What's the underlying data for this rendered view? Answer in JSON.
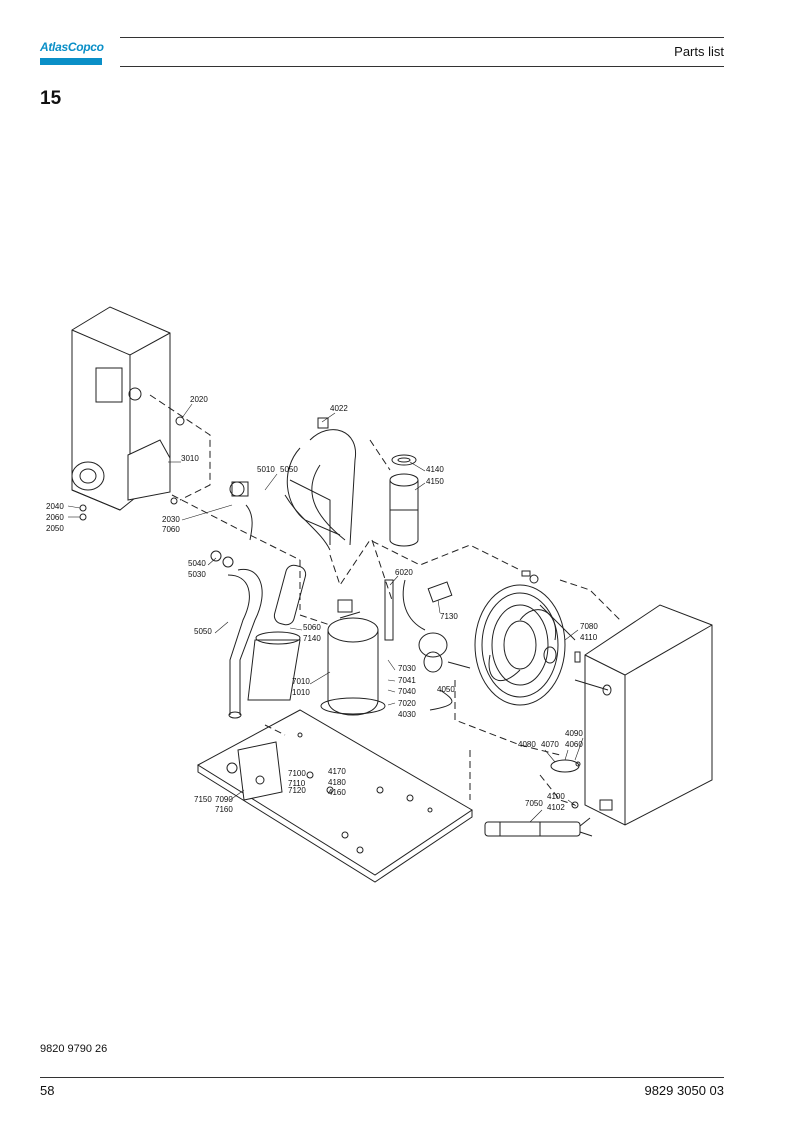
{
  "header": {
    "brand": "AtlasCopco",
    "title": "Parts list"
  },
  "section": {
    "number": "15"
  },
  "callouts": [
    {
      "id": "c2020",
      "text": "2020"
    },
    {
      "id": "c3010",
      "text": "3010"
    },
    {
      "id": "c2040",
      "text": "2040"
    },
    {
      "id": "c2060",
      "text": "2060"
    },
    {
      "id": "c2050",
      "text": "2050"
    },
    {
      "id": "c2030",
      "text": "2030"
    },
    {
      "id": "c7060",
      "text": "7060"
    },
    {
      "id": "c4022",
      "text": "4022"
    },
    {
      "id": "c5010",
      "text": "5010"
    },
    {
      "id": "c5050a",
      "text": "5050"
    },
    {
      "id": "c4140",
      "text": "4140"
    },
    {
      "id": "c4150",
      "text": "4150"
    },
    {
      "id": "c5040",
      "text": "5040"
    },
    {
      "id": "c5030",
      "text": "5030"
    },
    {
      "id": "c6020",
      "text": "6020"
    },
    {
      "id": "c7130",
      "text": "7130"
    },
    {
      "id": "c5050b",
      "text": "5050"
    },
    {
      "id": "c5060",
      "text": "5060"
    },
    {
      "id": "c7140",
      "text": "7140"
    },
    {
      "id": "c7080",
      "text": "7080"
    },
    {
      "id": "c4110",
      "text": "4110"
    },
    {
      "id": "c7030",
      "text": "7030"
    },
    {
      "id": "c7041",
      "text": "7041"
    },
    {
      "id": "c7040",
      "text": "7040"
    },
    {
      "id": "c7020",
      "text": "7020"
    },
    {
      "id": "c4030",
      "text": "4030"
    },
    {
      "id": "c4050",
      "text": "4050"
    },
    {
      "id": "c7010",
      "text": "7010"
    },
    {
      "id": "c1010",
      "text": "1010"
    },
    {
      "id": "c4090",
      "text": "4090"
    },
    {
      "id": "c4080",
      "text": "4080"
    },
    {
      "id": "c4070",
      "text": "4070"
    },
    {
      "id": "c4060",
      "text": "4060"
    },
    {
      "id": "c7100",
      "text": "7100"
    },
    {
      "id": "c4170",
      "text": "4170"
    },
    {
      "id": "c7110",
      "text": "7110"
    },
    {
      "id": "c4180",
      "text": "4180"
    },
    {
      "id": "c7120",
      "text": "7120"
    },
    {
      "id": "c4160",
      "text": "4160"
    },
    {
      "id": "c7150",
      "text": "7150"
    },
    {
      "id": "c7090",
      "text": "7090"
    },
    {
      "id": "c7160",
      "text": "7160"
    },
    {
      "id": "c4100",
      "text": "4100"
    },
    {
      "id": "c4102",
      "text": "4102"
    },
    {
      "id": "c7050",
      "text": "7050"
    }
  ],
  "footer": {
    "doc_number": "9820 9790 26",
    "page_number": "58",
    "book_number": "9829 3050 03"
  },
  "colors": {
    "brand": "#0a8fc7",
    "line": "#222222"
  }
}
